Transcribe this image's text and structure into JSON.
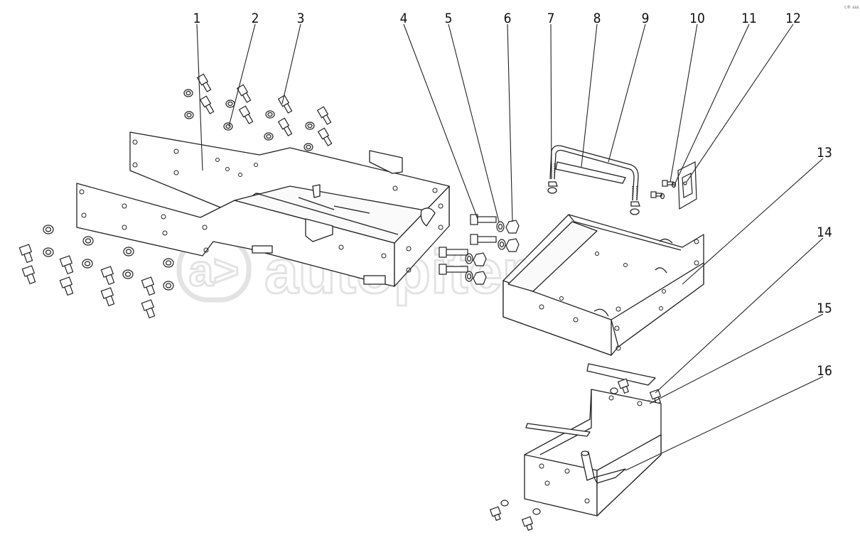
{
  "diagram": {
    "title": "",
    "callouts": [
      "1",
      "2",
      "3",
      "4",
      "5",
      "6",
      "7",
      "8",
      "9",
      "10",
      "11",
      "12",
      "13",
      "14",
      "15",
      "16"
    ]
  },
  "watermark": {
    "text": "autopiter.ru",
    "logo_glyph": "a>"
  },
  "corner_mark": "c® sss",
  "colors": {
    "line": "#222222",
    "paper": "#ffffff",
    "watermark": "#e3e3e3"
  }
}
